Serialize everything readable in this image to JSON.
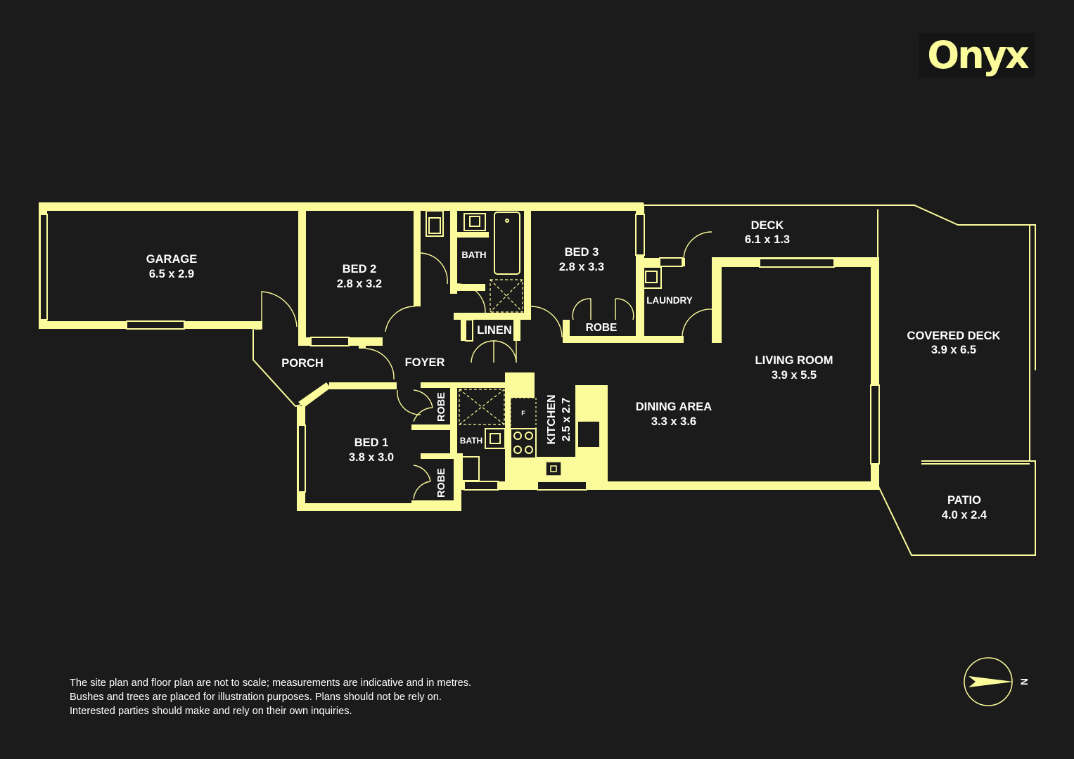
{
  "brand": {
    "name": "Onyx",
    "accent": "#fbfb9c",
    "background": "#1b1b1b"
  },
  "rooms": {
    "garage": {
      "name": "GARAGE",
      "size": "6.5 x 2.9"
    },
    "bed2": {
      "name": "BED 2",
      "size": "2.8 x 3.2"
    },
    "bath_top": {
      "name": "BATH"
    },
    "bed3": {
      "name": "BED 3",
      "size": "2.8 x 3.3"
    },
    "deck": {
      "name": "DECK",
      "size": "6.1 x 1.3"
    },
    "laundry": {
      "name": "LAUNDRY"
    },
    "robe_bed3": {
      "name": "ROBE"
    },
    "linen": {
      "name": "LINEN"
    },
    "porch": {
      "name": "PORCH"
    },
    "foyer": {
      "name": "FOYER"
    },
    "living": {
      "name": "LIVING ROOM",
      "size": "3.9 x 5.5"
    },
    "covered_deck": {
      "name": "COVERED DECK",
      "size": "3.9 x 6.5"
    },
    "dining": {
      "name": "DINING AREA",
      "size": "3.3 x 3.6"
    },
    "kitchen": {
      "name": "KITCHEN",
      "size": "2.5 x 2.7"
    },
    "robe_upper": {
      "name": "ROBE"
    },
    "robe_lower": {
      "name": "ROBE"
    },
    "bath_lower": {
      "name": "BATH"
    },
    "bed1": {
      "name": "BED 1",
      "size": "3.8 x 3.0"
    },
    "patio": {
      "name": "PATIO",
      "size": "4.0 x 2.4"
    }
  },
  "fridge_label": "F",
  "compass": {
    "label": "N",
    "icon": "north-arrow-icon"
  },
  "disclaimer": [
    "The site plan and floor plan are not to scale; measurements are indicative and in metres.",
    "Bushes and trees are placed for illustration purposes. Plans should not be rely on.",
    "Interested parties should make and rely on their own inquiries."
  ]
}
